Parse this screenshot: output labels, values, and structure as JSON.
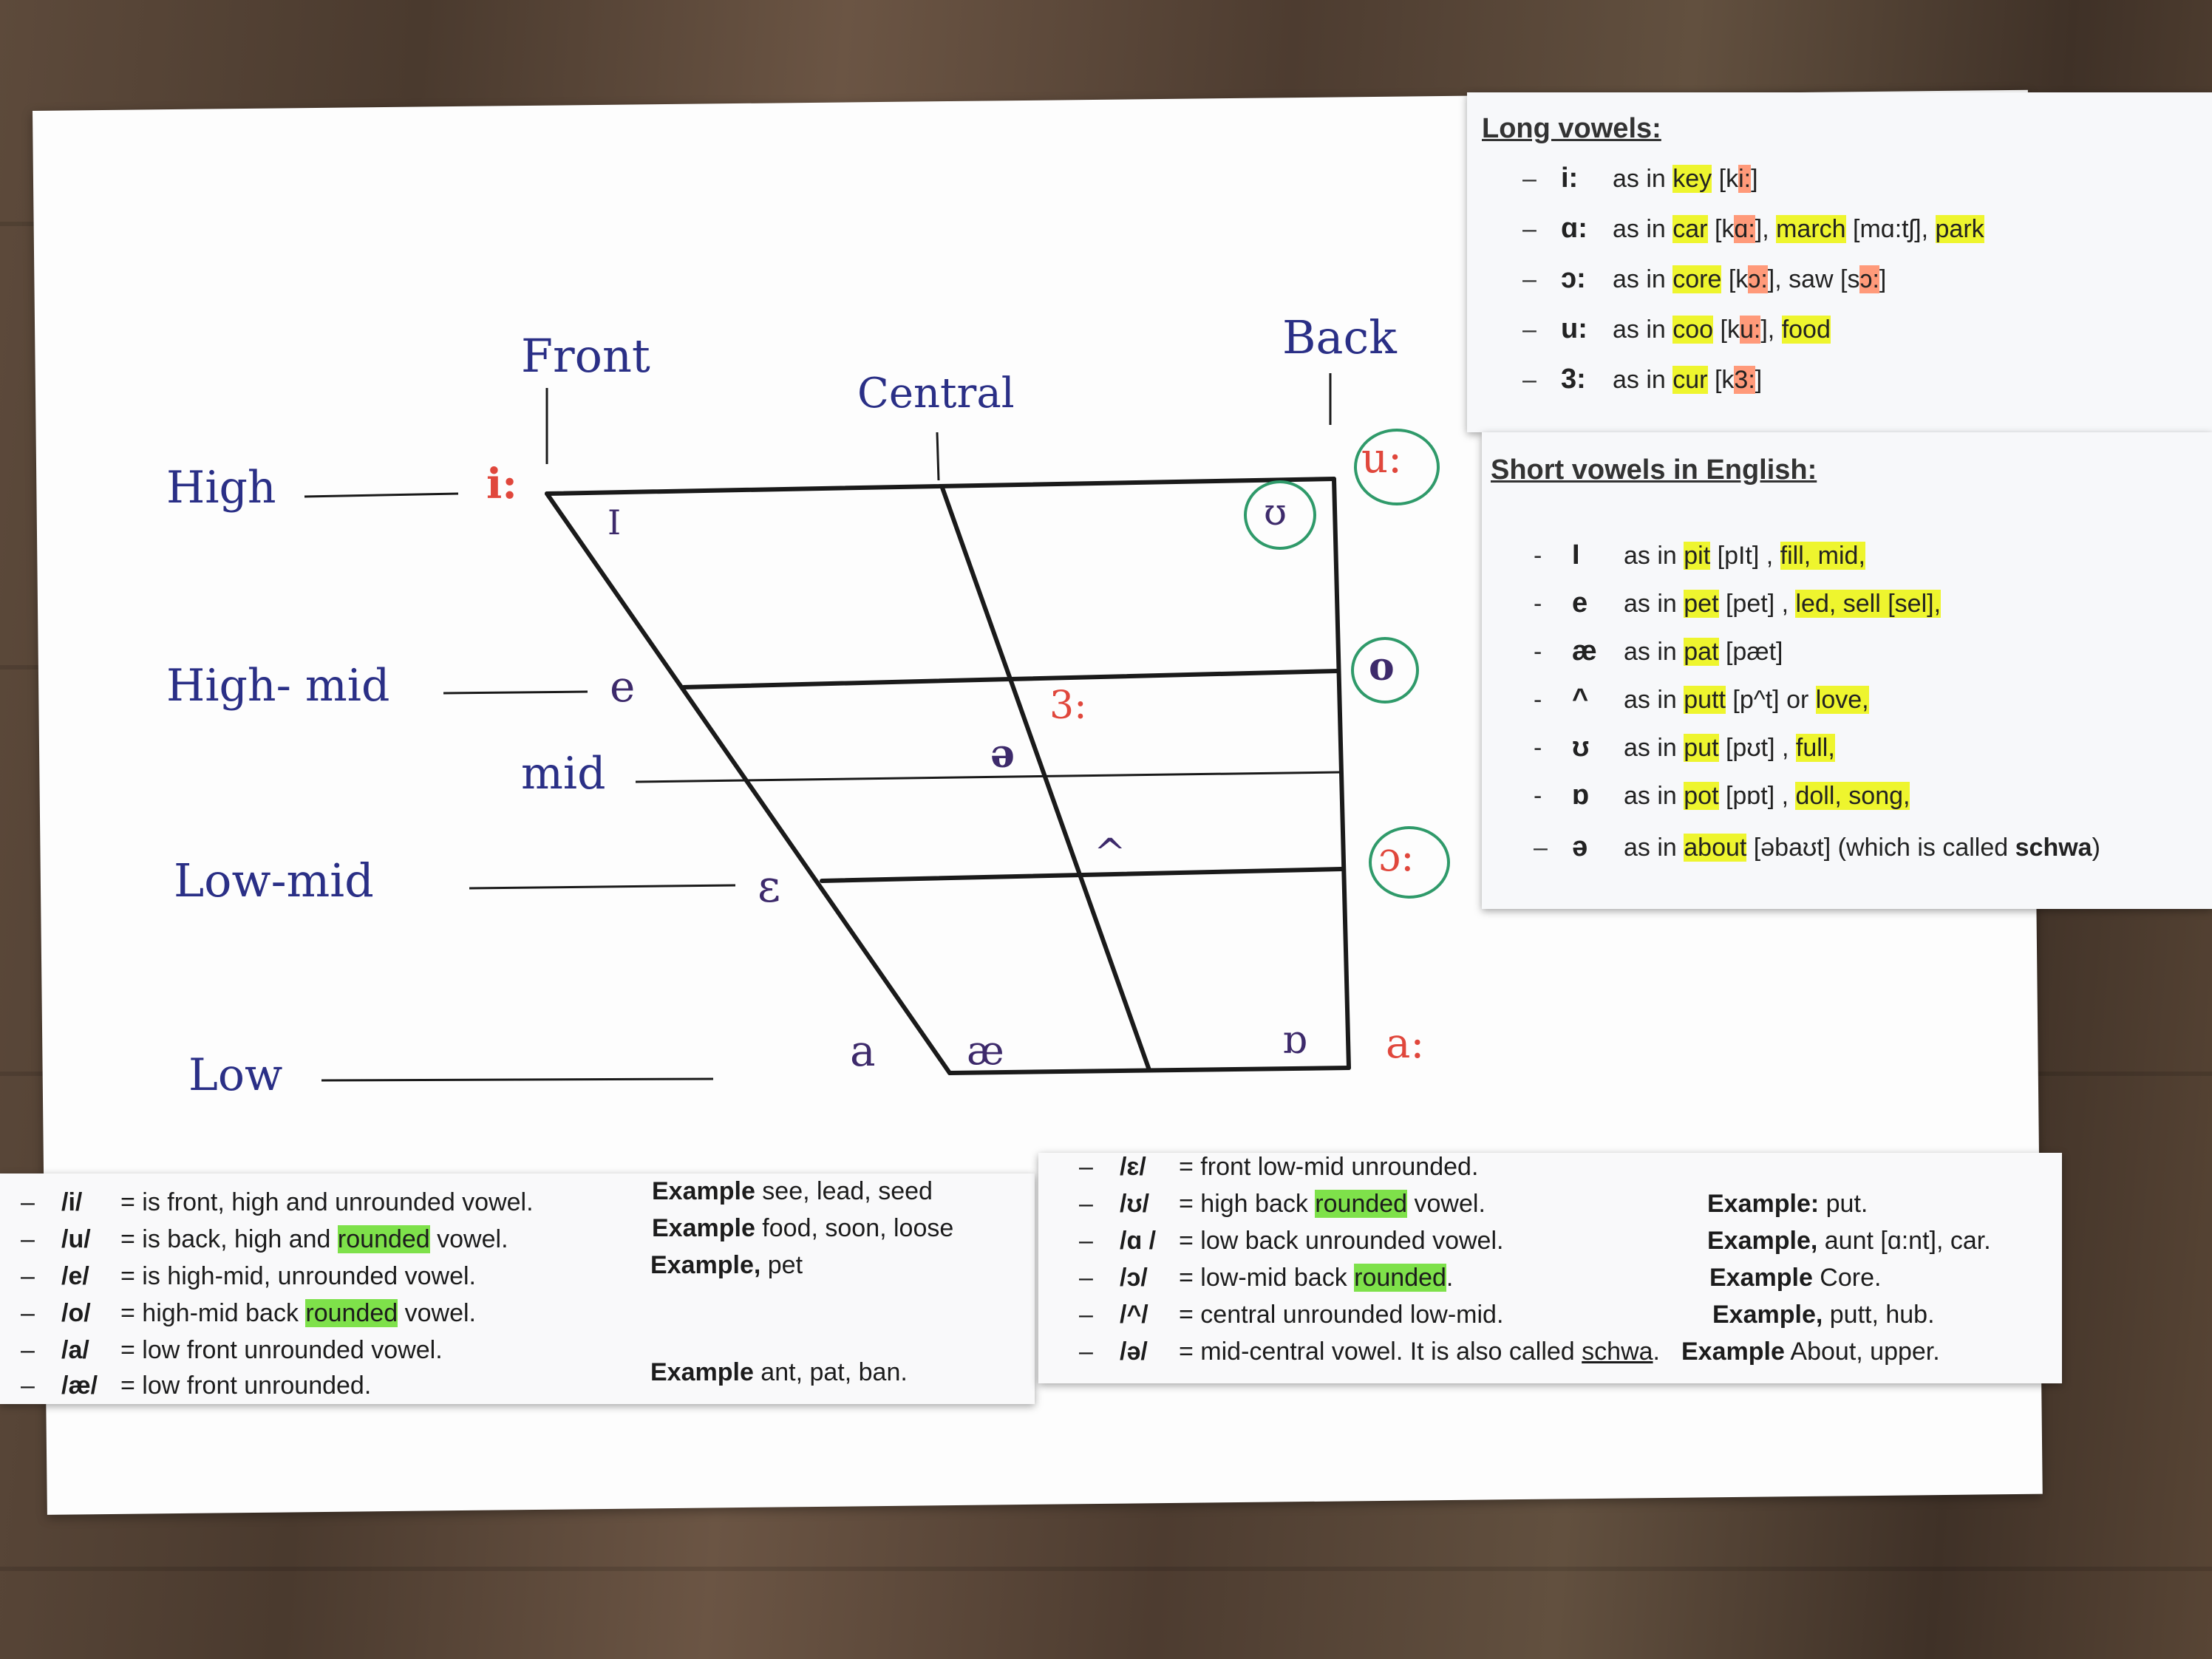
{
  "chart": {
    "col_front": "Front",
    "col_central": "Central",
    "col_back": "Back",
    "row_high": "High",
    "row_high_mid": "High- mid",
    "row_mid": "mid",
    "row_low_mid": "Low-mid",
    "row_low": "Low",
    "vowels": {
      "i_long": "i:",
      "u_long": "u:",
      "I": "I",
      "U": "ʊ",
      "e": "e",
      "o": "o",
      "er_long": "3:",
      "schwa": "ə",
      "caret": "^",
      "epsilon": "ɛ",
      "o_long": "ɔ:",
      "a": "a",
      "ae": "æ",
      "turned_script_a": "ɒ",
      "a_long": "a:"
    }
  },
  "long_vowels": {
    "title": "Long vowels:",
    "items": [
      {
        "dash": "–",
        "sym": "i:",
        "pre": "as in ",
        "w1": "key",
        "t1": " [k",
        "p1": "i:",
        "t2": "]",
        "rest": ""
      },
      {
        "dash": "–",
        "sym": "ɑ:",
        "pre": "as in ",
        "w1": "car",
        "t1": " [k",
        "p1": "ɑ:",
        "t2": "], ",
        "w2": "march",
        "t3": " [mɑ:tʃ], ",
        "w3": "park"
      },
      {
        "dash": "–",
        "sym": "ɔ:",
        "pre": "as in ",
        "w1": "core",
        "t1": " [k",
        "p1": "ɔ:",
        "t2": "], saw [s",
        "p2": "ɔ:",
        "t3": "]"
      },
      {
        "dash": "–",
        "sym": "u:",
        "pre": "as in ",
        "w1": "coo",
        "t1": " [k",
        "p1": "u:",
        "t2": "], ",
        "w2": "food"
      },
      {
        "dash": "–",
        "sym": "3:",
        "pre": "as in ",
        "w1": "cur",
        "t1": " [k",
        "p1": "3:",
        "t2": "]"
      }
    ]
  },
  "short_vowels": {
    "title": "Short vowels in English:",
    "items": [
      {
        "dash": "-",
        "sym": "I",
        "pre": "as in ",
        "w1": "pit",
        "t1": " [pIt] , ",
        "w2": "fill, mid,"
      },
      {
        "dash": "-",
        "sym": "e",
        "pre": "as in ",
        "w1": "pet",
        "t1": " [pet] , ",
        "w2": "led, sell [sel],"
      },
      {
        "dash": "-",
        "sym": "æ",
        "pre": "as in ",
        "w1": "pat",
        "t1": " [pæt]"
      },
      {
        "dash": "-",
        "sym": "^",
        "pre": "as in ",
        "w1": "putt",
        "t1": " [p^t] or ",
        "w2": "love,"
      },
      {
        "dash": "-",
        "sym": "ʊ",
        "pre": "as in ",
        "w1": "put",
        "t1": " [pʊt] , ",
        "w2": "full,"
      },
      {
        "dash": "-",
        "sym": "ɒ",
        "pre": "as in ",
        "w1": "pot",
        "t1": " [pɒt] , ",
        "w2": "doll, song,"
      },
      {
        "dash": "–",
        "sym": "ə",
        "pre": "as in ",
        "w1": "about",
        "t1": " [əbaʊt] (which is called ",
        "w2": "schwa",
        ")": ")"
      }
    ]
  },
  "desc_left": [
    {
      "dash": "–",
      "sym": "/i/",
      "a": "= is front, high and unrounded vowel.",
      "g": "",
      "b": ""
    },
    {
      "dash": "–",
      "sym": "/u/",
      "a": "= is back, high and ",
      "g": "rounded",
      "b": " vowel."
    },
    {
      "dash": "–",
      "sym": "/e/",
      "a": "= is high-mid, unrounded vowel.",
      "g": "",
      "b": ""
    },
    {
      "dash": "–",
      "sym": "/o/",
      "a": "= high-mid back ",
      "g": "rounded",
      "b": " vowel."
    },
    {
      "dash": "–",
      "sym": "/a/",
      "a": "= low front unrounded vowel.",
      "g": "",
      "b": ""
    },
    {
      "dash": "–",
      "sym": "/æ/",
      "a": "= low front unrounded.",
      "g": "",
      "b": ""
    }
  ],
  "examples_left": [
    {
      "k": "Example",
      "v": " see, lead, seed"
    },
    {
      "k": "Example",
      "v": " food, soon, loose"
    },
    {
      "k": "Example,",
      "v": " pet"
    },
    {
      "k": "Example",
      "v": " ant, pat, ban."
    }
  ],
  "desc_right": [
    {
      "dash": "–",
      "sym": "/ɛ/",
      "a": "= front low-mid unrounded.",
      "g": "",
      "b": "",
      "ek": "",
      "ev": ""
    },
    {
      "dash": "–",
      "sym": "/ʊ/",
      "a": "= high back ",
      "g": "rounded",
      "b": " vowel.",
      "ek": "Example:",
      "ev": " put."
    },
    {
      "dash": "–",
      "sym": "/ɑ /",
      "a": "= low back unrounded vowel.",
      "g": "",
      "b": "",
      "ek": "Example,",
      "ev": " aunt [ɑ:nt], car."
    },
    {
      "dash": "–",
      "sym": "/ɔ/",
      "a": "= low-mid back ",
      "g": "rounded",
      "b": ".",
      "ek": "Example",
      "ev": " Core."
    },
    {
      "dash": "–",
      "sym": "/^/",
      "a": "= central unrounded low-mid.",
      "g": "",
      "b": "",
      "ek": "Example,",
      "ev": " putt, hub."
    },
    {
      "dash": "–",
      "sym": "/ə/",
      "a": "= mid-central vowel. It is also called ",
      "g": "",
      "b": "schwa",
      "tail": ".",
      "ek": "Example",
      "ev": " About, upper."
    }
  ]
}
